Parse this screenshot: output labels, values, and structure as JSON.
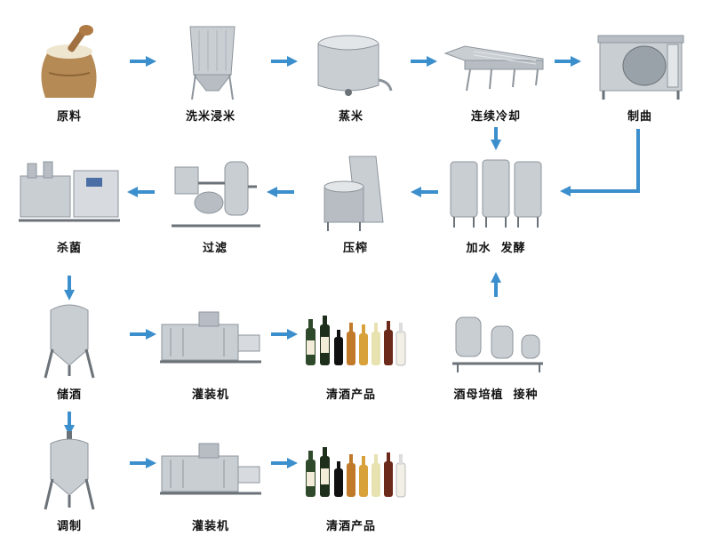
{
  "colors": {
    "arrow": "#3b8fcd",
    "steel": "#c9ced3",
    "steel_dark": "#8d959c",
    "sack": "#b68a55"
  },
  "nodes": {
    "raw": {
      "label": "原料",
      "icon": "rice-sack-icon"
    },
    "wash": {
      "label": "洗米浸米",
      "icon": "washing-tank-icon"
    },
    "steam": {
      "label": "蒸米",
      "icon": "steaming-vat-icon"
    },
    "cool": {
      "label": "连续冷却",
      "icon": "cooling-conveyor-icon"
    },
    "koji": {
      "label": "制曲",
      "icon": "koji-machine-icon"
    },
    "ferment": {
      "label": "加水  发酵",
      "icon": "fermentation-tanks-icon"
    },
    "press": {
      "label": "压榨",
      "icon": "press-machine-icon"
    },
    "filter": {
      "label": "过滤",
      "icon": "filter-unit-icon"
    },
    "sterilize": {
      "label": "杀菌",
      "icon": "sterilizer-icon"
    },
    "store": {
      "label": "储酒",
      "icon": "storage-tank-icon"
    },
    "fill1": {
      "label": "灌装机",
      "icon": "filling-machine-icon"
    },
    "product1": {
      "label": "清酒产品",
      "icon": "sake-bottles-icon"
    },
    "yeast": {
      "label": "酒母培植  接种",
      "icon": "yeast-culture-tanks-icon"
    },
    "blend": {
      "label": "调制",
      "icon": "blending-tank-icon"
    },
    "fill2": {
      "label": "灌装机",
      "icon": "filling-machine-icon"
    },
    "product2": {
      "label": "清酒产品",
      "icon": "sake-bottles-icon"
    }
  }
}
